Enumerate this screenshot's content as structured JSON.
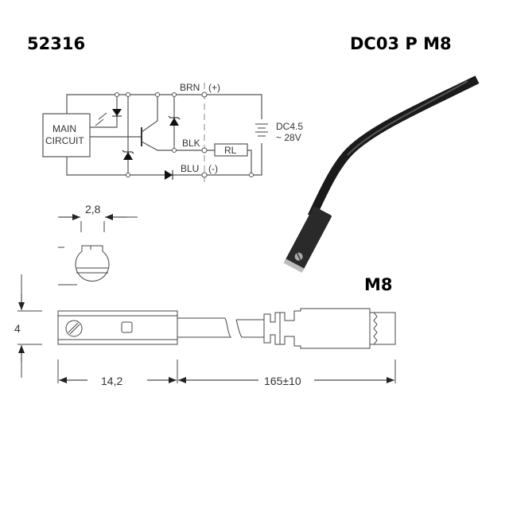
{
  "header": {
    "part_number": "52316",
    "model": "DC03 P M8"
  },
  "circuit": {
    "main_circuit_line1": "MAIN",
    "main_circuit_line2": "CIRCUIT",
    "brn_label": "BRN",
    "brn_polarity": "(+)",
    "blk_label": "BLK",
    "blu_label": "BLU",
    "blu_polarity": "(-)",
    "load_label": "RL",
    "supply_line1": "DC4.5",
    "supply_line2": "~ 28V"
  },
  "drawing": {
    "connector_label": "M8",
    "width_dim": "2,8",
    "height_dim": "4",
    "body_length_dim": "14,2",
    "cable_length_dim": "165±10"
  }
}
